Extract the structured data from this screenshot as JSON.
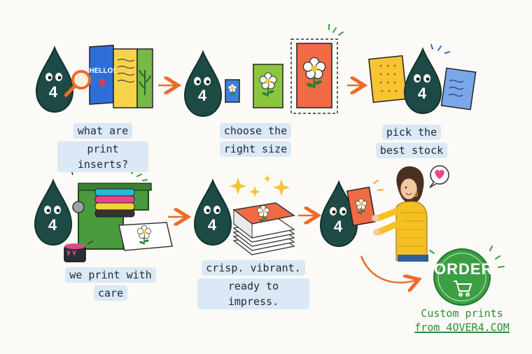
{
  "steps": [
    {
      "line1": "what are",
      "line2": "print inserts?"
    },
    {
      "line1": "choose the",
      "line2": "right size"
    },
    {
      "line1": "pick the",
      "line2": "best stock"
    },
    {
      "line1": "we print with",
      "line2": "care"
    },
    {
      "line1": "crisp. vibrant.",
      "line2": "ready to impress."
    }
  ],
  "brochure_text": "HELLO!",
  "mascot_label": "4",
  "order": {
    "button_label": "ORDER",
    "cta_line1": "Custom prints",
    "cta_line2": "from 4OVER4.COM"
  },
  "colors": {
    "mascot": "#1d4a44",
    "accent_orange": "#ee6a2c",
    "order_green": "#3aa043",
    "caption_bg": "#dbe8f5"
  }
}
